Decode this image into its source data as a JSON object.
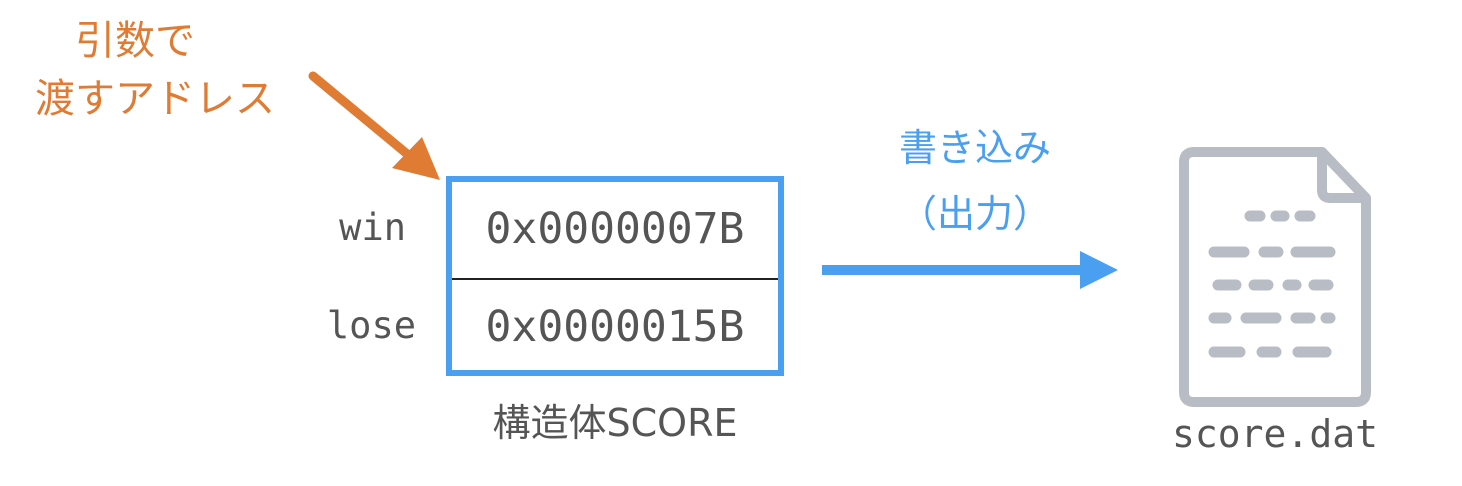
{
  "annotations": {
    "argument_label": [
      "引数で",
      "渡すアドレス"
    ],
    "write_label": [
      "書き込み",
      "（出力）"
    ]
  },
  "struct": {
    "caption": "構造体SCORE",
    "members": [
      {
        "name": "win",
        "value": "0x0000007B"
      },
      {
        "name": "lose",
        "value": "0x0000015B"
      }
    ]
  },
  "file": {
    "name": "score.dat",
    "icon": "document-icon"
  },
  "colors": {
    "argument_accent": "#e07b33",
    "write_accent": "#4a9ff0",
    "text": "#555555",
    "file_icon": "#b8bcc4"
  }
}
